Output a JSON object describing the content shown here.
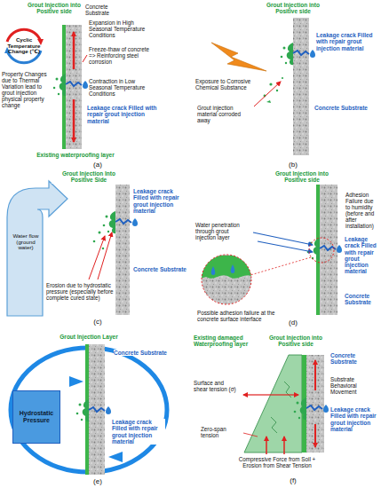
{
  "diagram": {
    "nodes": [
      {
        "text": [
          "Cyclic Temperature Change (℃)"
        ]
      },
      {
        "text": [
          "Water flow (ground water)"
        ]
      },
      {
        "text": [
          "Hydrostatic Pressure"
        ]
      }
    ],
    "labels": [
      "Grout Injection into Positive side",
      "Concrete Substrate",
      "Expansion in High Seasonal Temperature Conditions",
      "Freeze-thaw of concrete => Reinforcing steel corrosion",
      "Contraction in Low Seasonal Temperature Conditions",
      "Leakage crack Filled with repair grout injection material",
      "Existing waterproofing layer",
      "Property Changes due to Thermal Variation lead to grout injection physical property change",
      "(a)",
      "Grout Injection into Positive side",
      "Exposure to Corrosive Chemical Substance",
      "Leakage crack Filled with repair grout injection material",
      "Grout injection material corroded away",
      "Concrete Substrate",
      "(b)",
      "Grout Injection Into Positive Side",
      "Leakage crack Filled with repair grout injection material",
      "Erosion due to hydrostatic pressure (especially before complete cured state)",
      "Concrete Substrate",
      "(c)",
      "Grout Injection into Positive side",
      "Adhesion Failure due to humidity (before and after installation)",
      "Water penetration through grout injection layer",
      "Leakage crack Filled with repair grout injection material",
      "Concrete Substrate",
      "Possible adhesion failure at the concrete surface interface",
      "(d)",
      "Grout Injection Layer",
      "Concrete Substrate",
      "Leakage crack Filled with repair grout injection material",
      "(e)",
      "Existing damaged Waterproofing layer",
      "Grout Injection into Positive side",
      "Concrete Substrate",
      "Surface and shear tension (σ)",
      "Substrate Behavioral Movement",
      "Leakage crack Filled with repair grout injection material",
      "Zero-span tension",
      "Compressive Force from Soil + Erosion from Shear Tension",
      "(f)"
    ]
  }
}
